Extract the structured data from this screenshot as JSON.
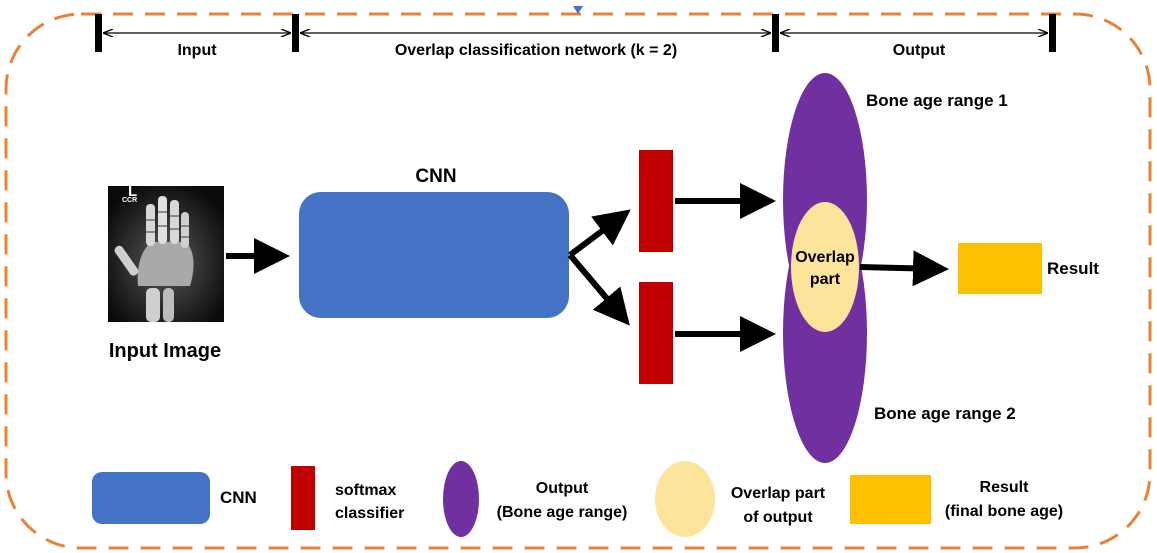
{
  "sections": {
    "input": "Input",
    "network": "Overlap classification network (k = 2)",
    "output": "Output"
  },
  "diagram": {
    "input_image_label": "Input Image",
    "xray_marker": "L",
    "xray_tag": "CCR",
    "cnn_label": "CNN",
    "bone_range_1": "Bone age range 1",
    "bone_range_2": "Bone age range 2",
    "overlap_line1": "Overlap",
    "overlap_line2": "part",
    "result_label": "Result"
  },
  "legend": {
    "cnn": "CNN",
    "softmax_line1": "softmax",
    "softmax_line2": "classifier",
    "output_line1": "Output",
    "output_line2": "(Bone age range)",
    "overlap_line1": "Overlap part",
    "overlap_line2": "of output",
    "result_line1": "Result",
    "result_line2": "(final bone age)"
  },
  "colors": {
    "border": "#e8823a",
    "cnn": "#4472c4",
    "softmax": "#c00000",
    "output": "#7030a0",
    "overlap": "#fde49b",
    "result": "#ffc000",
    "arrow": "#000000"
  }
}
